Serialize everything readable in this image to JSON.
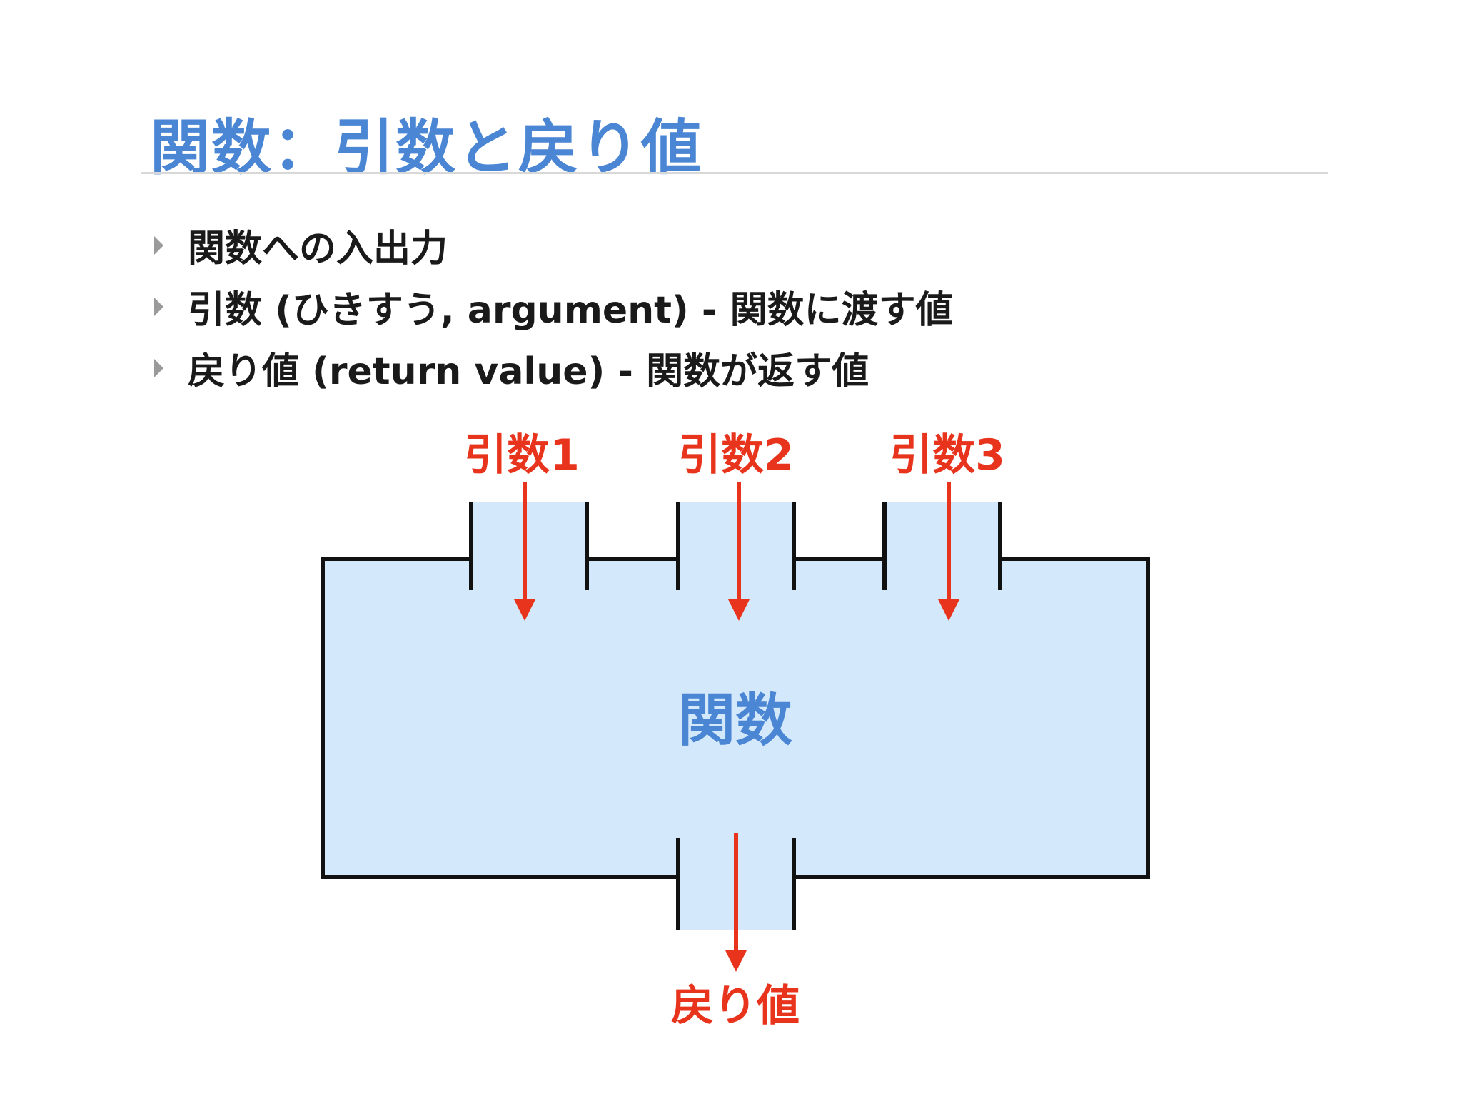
{
  "slide": {
    "title": "関数：引数と戻り値",
    "bullets": [
      "関数への入出力",
      "引数 (ひきすう, argument) - 関数に渡す値",
      "戻り値 (return value) - 関数が返す値"
    ]
  },
  "diagram": {
    "function_label": "関数",
    "arguments": [
      {
        "label": "引数1"
      },
      {
        "label": "引数2"
      },
      {
        "label": "引数3"
      }
    ],
    "return_value": {
      "label": "戻り値"
    }
  },
  "colors": {
    "title": "#4a86d4",
    "arrow": "#e8341c",
    "fill": "#d4e8fb",
    "outline": "#111111",
    "function_label": "#4a86d4"
  },
  "icons": {
    "bullet": "triangle-right-icon",
    "arrow": "arrow-down-icon"
  }
}
